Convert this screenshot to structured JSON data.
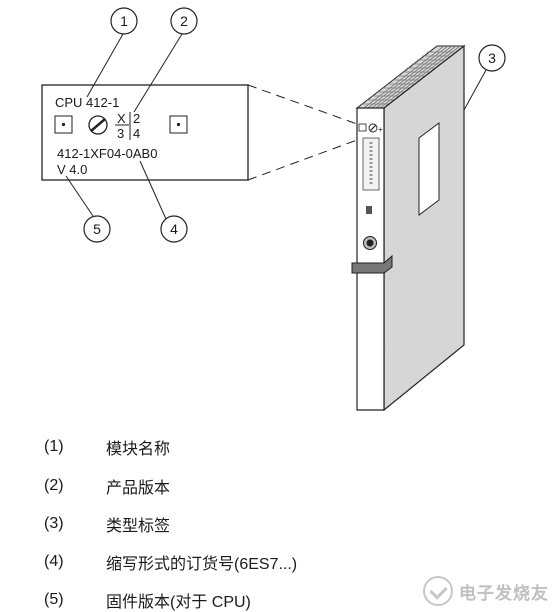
{
  "diagram": {
    "panel_label_cpu": "CPU 412-1",
    "panel_label_x": "X",
    "panel_label_2": "2",
    "panel_label_3": "3",
    "panel_label_4": "4",
    "panel_order_number": "412-1XF04-0AB0",
    "panel_version": "V 4.0",
    "callouts": [
      "1",
      "2",
      "3",
      "4",
      "5"
    ]
  },
  "legend": [
    {
      "num": "(1)",
      "text": "模块名称"
    },
    {
      "num": "(2)",
      "text": "产品版本"
    },
    {
      "num": "(3)",
      "text": "类型标签"
    },
    {
      "num": "(4)",
      "text": "缩写形式的订货号(6ES7...)"
    },
    {
      "num": "(5)",
      "text": "固件版本(对于 CPU)"
    }
  ],
  "watermark": {
    "text": "电子发烧友"
  }
}
